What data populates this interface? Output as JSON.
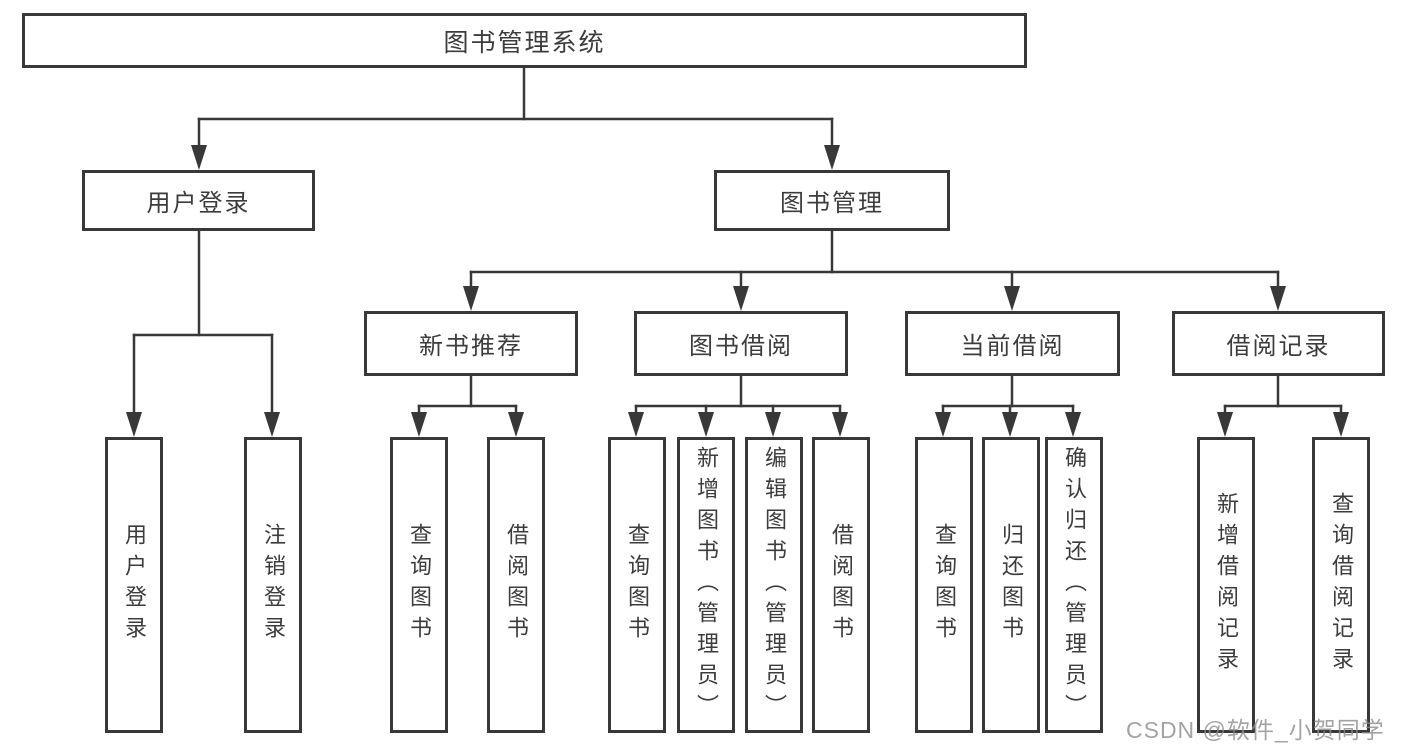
{
  "diagram": {
    "root": {
      "label": "图书管理系统"
    },
    "branches": [
      {
        "label": "用户登录",
        "children": [
          {
            "label": "用户登录"
          },
          {
            "label": "注销登录"
          }
        ]
      },
      {
        "label": "图书管理",
        "children": [
          {
            "label": "新书推荐",
            "children": [
              {
                "label": "查询图书"
              },
              {
                "label": "借阅图书"
              }
            ]
          },
          {
            "label": "图书借阅",
            "children": [
              {
                "label": "查询图书"
              },
              {
                "label": "新增图书（管理员）"
              },
              {
                "label": "编辑图书（管理员）"
              },
              {
                "label": "借阅图书"
              }
            ]
          },
          {
            "label": "当前借阅",
            "children": [
              {
                "label": "查询图书"
              },
              {
                "label": "归还图书"
              },
              {
                "label": "确认归还（管理员）"
              }
            ]
          },
          {
            "label": "借阅记录",
            "children": [
              {
                "label": "新增借阅记录"
              },
              {
                "label": "查询借阅记录"
              }
            ]
          }
        ]
      }
    ]
  },
  "watermark": {
    "text": "CSDN @软件_小贺同学"
  },
  "colors": {
    "line": "#383838",
    "text": "#3c3c3c",
    "background": "#ffffff",
    "watermark": "#8c8c8c"
  }
}
